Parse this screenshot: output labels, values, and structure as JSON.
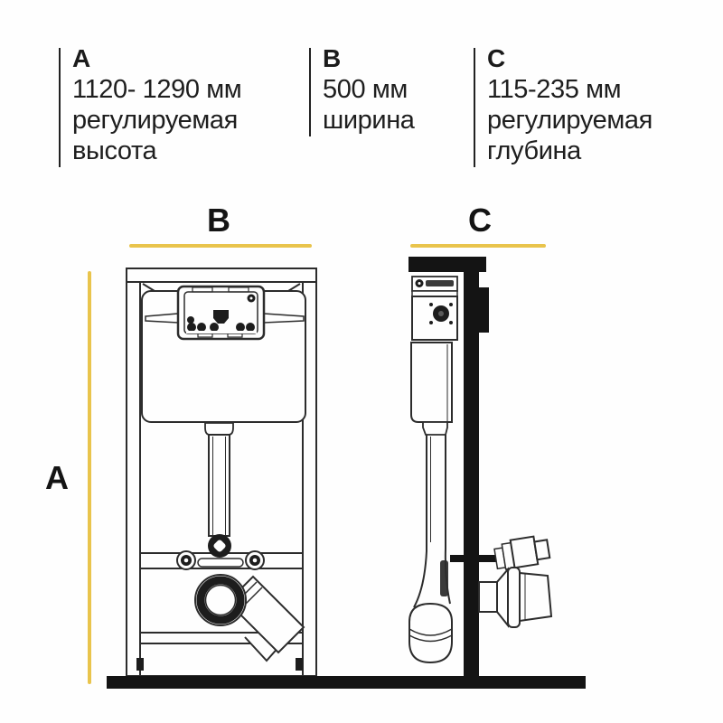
{
  "title": "Wall-hung toilet installation frame dimensions",
  "colors": {
    "accent_yellow": "#e9c44c",
    "text": "#1b1b1b",
    "drawing_line": "#2c2c2c",
    "solid_black": "#141414",
    "background": "#fefefe"
  },
  "header": {
    "blocks": [
      {
        "letter": "A",
        "lines": [
          "1120- 1290 мм",
          "регулируемая",
          "высота"
        ]
      },
      {
        "letter": "B",
        "lines": [
          "500 мм",
          "ширина"
        ]
      },
      {
        "letter": "C",
        "lines": [
          "115-235 мм",
          "регулируемая",
          "глубина"
        ]
      }
    ]
  },
  "diagram": {
    "labels": {
      "a": "A",
      "b": "B",
      "c": "C"
    }
  }
}
